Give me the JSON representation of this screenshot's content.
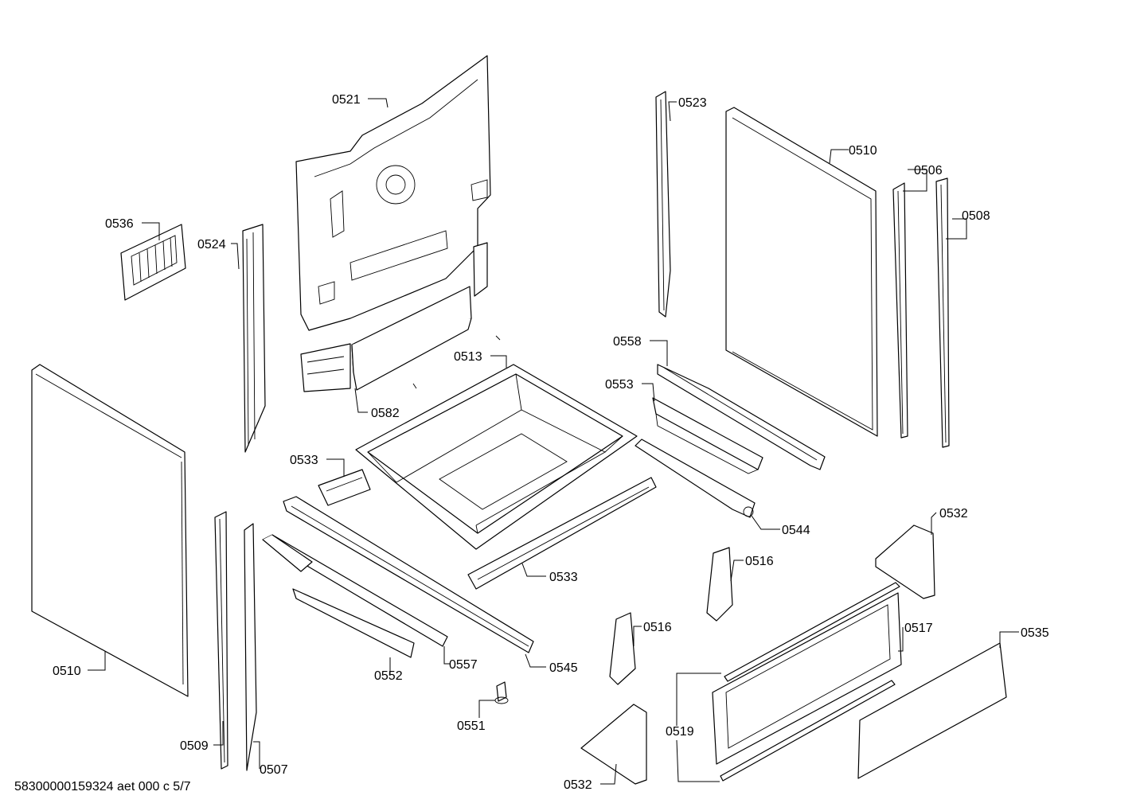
{
  "footer": "58300000159324 aet 000 c 5/7",
  "labels": {
    "l0521": "0521",
    "l0523": "0523",
    "l0510a": "0510",
    "l0506": "0506",
    "l0508": "0508",
    "l0536": "0536",
    "l0524": "0524",
    "l0513": "0513",
    "l0558": "0558",
    "l0553": "0553",
    "l0582": "0582",
    "l0533a": "0533",
    "l0544": "0544",
    "l0532a": "0532",
    "l0516a": "0516",
    "l0533b": "0533",
    "l0510b": "0510",
    "l0516b": "0516",
    "l0517": "0517",
    "l0535": "0535",
    "l0552": "0552",
    "l0557": "0557",
    "l0545": "0545",
    "l0551": "0551",
    "l0519": "0519",
    "l0509": "0509",
    "l0507": "0507",
    "l0532b": "0532"
  }
}
